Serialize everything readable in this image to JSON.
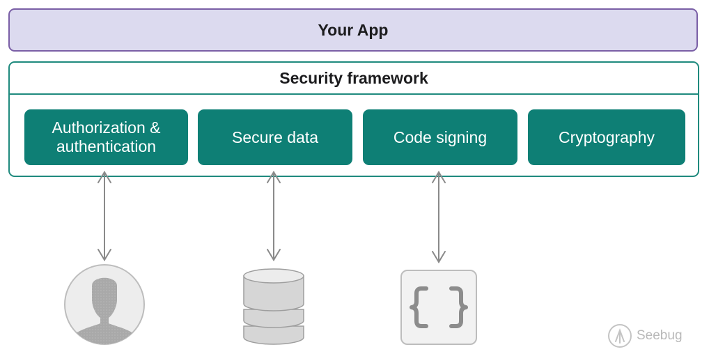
{
  "app": {
    "title": "Your App"
  },
  "framework": {
    "title": "Security framework",
    "modules": [
      {
        "label": "Authorization &\nauthentication"
      },
      {
        "label": "Secure data"
      },
      {
        "label": "Code signing"
      },
      {
        "label": "Cryptography"
      }
    ]
  },
  "icons": [
    "user-avatar-icon",
    "database-icon",
    "code-braces-icon"
  ],
  "watermark": {
    "text": "Seebug"
  },
  "colors": {
    "app_fill": "#dcdaef",
    "app_border": "#7a5fa6",
    "framework_border": "#1f8a7e",
    "module_fill": "#0e7f75",
    "arrow": "#8a8a8a",
    "icon_gray": "#bdbdbd"
  }
}
